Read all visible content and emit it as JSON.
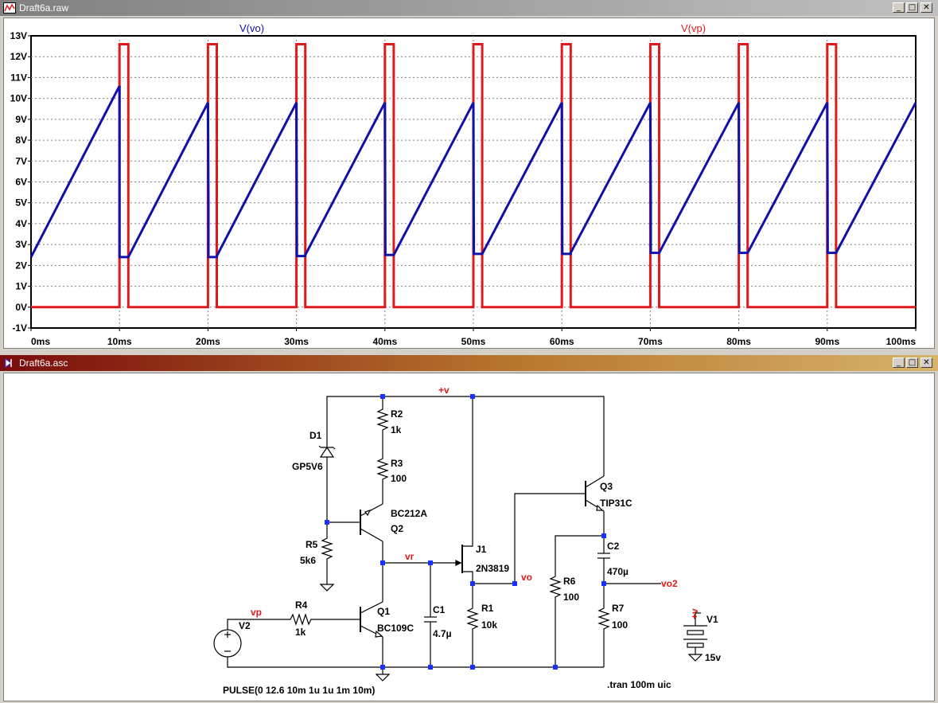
{
  "windows": {
    "raw": {
      "title": "Draft6a.raw"
    },
    "asc": {
      "title": "Draft6a.asc"
    }
  },
  "titlebar_buttons": {
    "minimize": "_",
    "maximize": "□",
    "close": "✕"
  },
  "colors": {
    "vo": "#1010aa",
    "vp": "#e01a1a",
    "label_red": "#e01a1a"
  },
  "chart_data": {
    "type": "line",
    "title": "",
    "xlabel": "",
    "ylabel": "",
    "xlim": [
      0,
      100
    ],
    "ylim": [
      -1,
      13
    ],
    "x_unit": "ms",
    "y_unit": "V",
    "grid": true,
    "x_ticks": [
      "0ms",
      "10ms",
      "20ms",
      "30ms",
      "40ms",
      "50ms",
      "60ms",
      "70ms",
      "80ms",
      "90ms",
      "100ms"
    ],
    "y_ticks": [
      "-1V",
      "0V",
      "1V",
      "2V",
      "3V",
      "4V",
      "5V",
      "6V",
      "7V",
      "8V",
      "9V",
      "10V",
      "11V",
      "12V",
      "13V"
    ],
    "series": [
      {
        "name": "V(vo)",
        "color": "#1010aa",
        "x": [
          0,
          10,
          10,
          11,
          11,
          20,
          20.05,
          20.05,
          21,
          21,
          30,
          30.05,
          30.05,
          31,
          31,
          40,
          40.05,
          40.05,
          41,
          41,
          50,
          50.05,
          50.05,
          51,
          51,
          60,
          60.05,
          60.05,
          61,
          61,
          70,
          70.05,
          70.05,
          71,
          71,
          80,
          80.05,
          80.05,
          81,
          81,
          90,
          90.05,
          90.05,
          91,
          91,
          100
        ],
        "y": [
          2.4,
          10.6,
          2.4,
          2.4,
          2.4,
          9.8,
          5.0,
          2.4,
          2.4,
          2.45,
          9.8,
          2.45,
          2.45,
          2.45,
          2.5,
          9.8,
          2.5,
          2.5,
          2.5,
          2.5,
          9.8,
          2.55,
          2.55,
          2.55,
          2.55,
          9.8,
          2.55,
          2.55,
          2.55,
          2.6,
          9.8,
          5.0,
          2.6,
          2.6,
          2.6,
          9.8,
          2.6,
          2.6,
          2.6,
          2.6,
          9.8,
          2.6,
          2.6,
          2.6,
          2.6,
          9.8
        ]
      },
      {
        "name": "V(vp)",
        "color": "#e01a1a",
        "x": [
          0,
          10,
          10,
          11,
          11,
          20,
          20,
          21,
          21,
          30,
          30,
          31,
          31,
          40,
          40,
          41,
          41,
          50,
          50,
          51,
          51,
          60,
          60,
          61,
          61,
          70,
          70,
          71,
          71,
          80,
          80,
          81,
          81,
          90,
          90,
          91,
          91,
          100
        ],
        "y": [
          0,
          0,
          12.6,
          12.6,
          0,
          0,
          12.6,
          12.6,
          0,
          0,
          12.6,
          12.6,
          0,
          0,
          12.6,
          12.6,
          0,
          0,
          12.6,
          12.6,
          0,
          0,
          12.6,
          12.6,
          0,
          0,
          12.6,
          12.6,
          0,
          0,
          12.6,
          12.6,
          0,
          0,
          12.6,
          12.6,
          0,
          0
        ]
      }
    ]
  },
  "schematic": {
    "components": {
      "d1": {
        "ref": "D1",
        "value": "GP5V6"
      },
      "r2": {
        "ref": "R2",
        "value": "1k"
      },
      "r3": {
        "ref": "R3",
        "value": "100"
      },
      "q2": {
        "ref": "Q2",
        "value": "BC212A"
      },
      "r5": {
        "ref": "R5",
        "value": "5k6"
      },
      "q1": {
        "ref": "Q1",
        "value": "BC109C"
      },
      "r4": {
        "ref": "R4",
        "value": "1k"
      },
      "v2": {
        "ref": "V2"
      },
      "c1": {
        "ref": "C1",
        "value": "4.7µ"
      },
      "j1": {
        "ref": "J1",
        "value": "2N3819"
      },
      "r1": {
        "ref": "R1",
        "value": "10k"
      },
      "q3": {
        "ref": "Q3",
        "value": "TIP31C"
      },
      "c2": {
        "ref": "C2",
        "value": "470µ"
      },
      "r6": {
        "ref": "R6",
        "value": "100"
      },
      "r7": {
        "ref": "R7",
        "value": "100"
      },
      "v1": {
        "ref": "V1",
        "value": "15v"
      }
    },
    "nets": {
      "plus_v": "+v",
      "vr": "vr",
      "vo": "vo",
      "vo2": "vo2",
      "vp": "vp"
    },
    "pulse_directive": "PULSE(0 12.6 10m 1u 1u 1m 10m)",
    "tran_directive": ".tran 100m uic"
  }
}
